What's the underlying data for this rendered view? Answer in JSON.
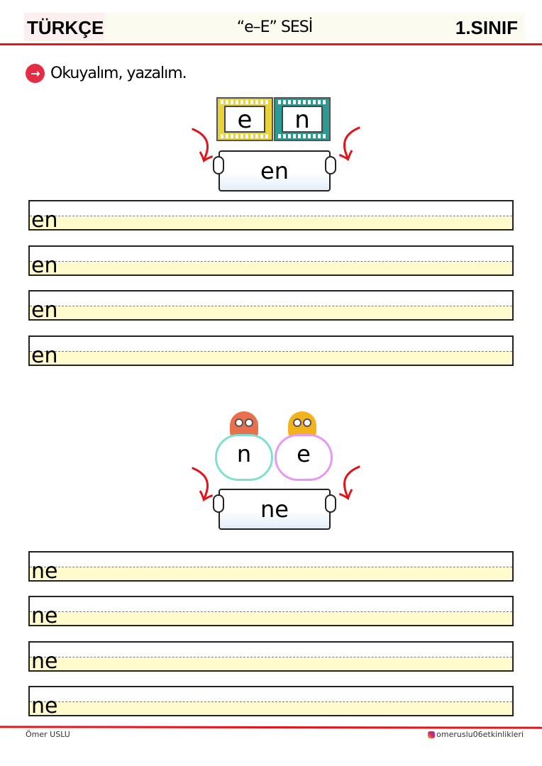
{
  "header": {
    "subject": "TÜRKÇE",
    "title": "“e–E” SESİ",
    "grade": "1.SINIF"
  },
  "instruction": {
    "icon": "arrow-right-circle-icon",
    "text": "Okuyalım, yazalım."
  },
  "section1": {
    "letters": [
      "e",
      "n"
    ],
    "word": "en",
    "rows": [
      "en",
      "en",
      "en",
      "en"
    ]
  },
  "section2": {
    "letters": [
      "n",
      "e"
    ],
    "word": "ne",
    "rows": [
      "ne",
      "ne",
      "ne",
      "ne"
    ]
  },
  "footer": {
    "author": "Ömer USLU",
    "social": "omeruslu06etkinlikleri"
  },
  "colors": {
    "accent": "#e8141c",
    "bullet": "#e32d45",
    "film1": "#e9d23a",
    "film2": "#2a9c95",
    "row_fill": "#fffbcc"
  }
}
